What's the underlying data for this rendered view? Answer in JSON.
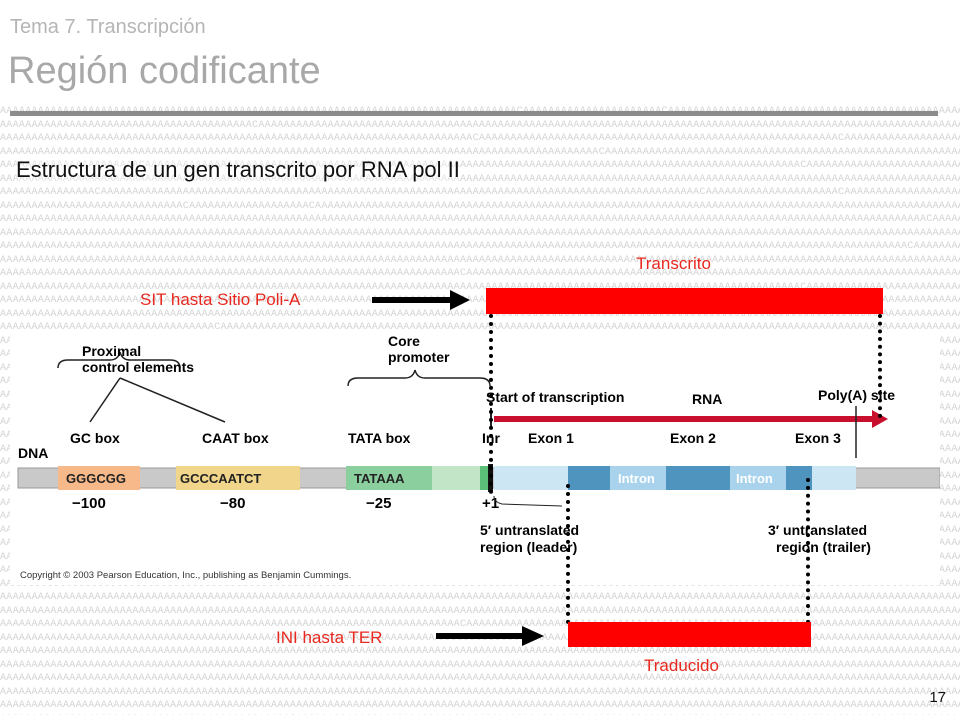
{
  "header": {
    "topic": "Tema 7. Transcripción",
    "title": "Región codificante"
  },
  "subtitle": "Estructura de un gen transcrito por RNA pol II",
  "annotations": {
    "transcrito": "Transcrito",
    "sit": "SIT hasta Sitio Poli-A",
    "ini": "INI hasta TER",
    "traducido": "Traducido"
  },
  "figure": {
    "proximal": "Proximal",
    "control_elements": "control elements",
    "core": "Core",
    "promoter": "promoter",
    "start": "Start of transcription",
    "rna": "RNA",
    "polya": "Poly(A) site",
    "dna": "DNA",
    "gc_box": "GC box",
    "caat_box": "CAAT box",
    "tata_box": "TATA box",
    "inr": "Inr",
    "exon1": "Exon 1",
    "exon2": "Exon 2",
    "exon3": "Exon 3",
    "intron1": "Intron",
    "intron2": "Intron",
    "gc_seq": "GGGCGG",
    "caat_seq": "GCCCAATCT",
    "tata_seq": "TATAAA",
    "pos_gc": "−100",
    "pos_caat": "−80",
    "pos_tata": "−25",
    "plus1": "+1",
    "utr5_a": "5′ untranslated",
    "utr5_b": "region (leader)",
    "utr3_a": "3′ untranslated",
    "utr3_b": "region (trailer)",
    "copyright": "Copyright © 2003 Pearson Education, Inc., publishing as Benjamin Cummings."
  },
  "page_number": "17",
  "colors": {
    "red": "#ff0000",
    "label_red": "#e8281e",
    "gc_box": "#f7b98a",
    "caat_box": "#f0d58a",
    "tata_box": "#8ccf9e",
    "exon": "#4e94bf",
    "utr": "#cde6f4",
    "rna": "#c8102e"
  }
}
